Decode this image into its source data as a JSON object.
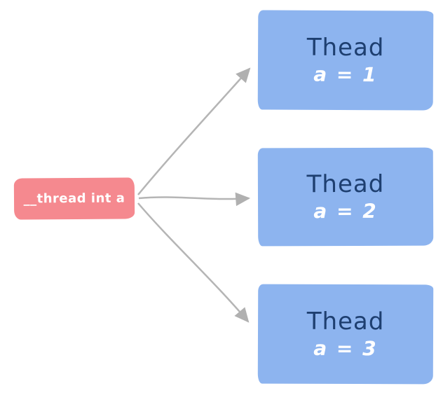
{
  "diagram": {
    "source": {
      "label": "__thread int a"
    },
    "threads": [
      {
        "title": "Thead",
        "value": "a = 1"
      },
      {
        "title": "Thead",
        "value": "a = 2"
      },
      {
        "title": "Thead",
        "value": "a = 3"
      }
    ],
    "colors": {
      "source_fill": "#f5898f",
      "source_text": "#ffffff",
      "thread_fill": "#8db4ef",
      "thread_title_text": "#1e3f70",
      "thread_value_text": "#ffffff",
      "arrow_line": "#b5b5b5",
      "arrow_head": "#b0b0b0",
      "background": "#ffffff"
    }
  }
}
